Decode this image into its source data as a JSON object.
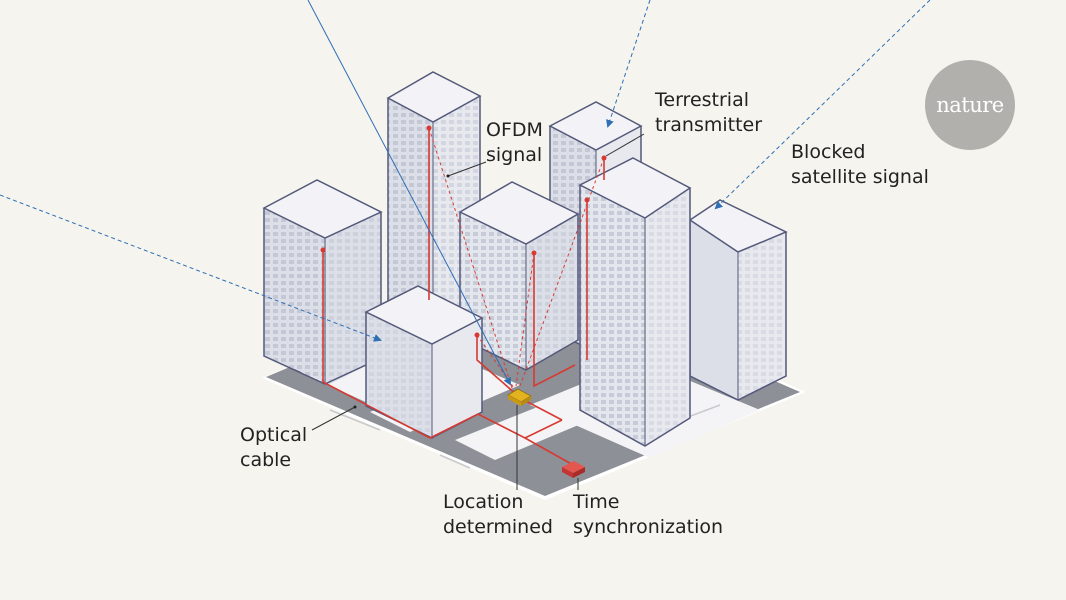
{
  "labels": {
    "ofdm": [
      "OFDM",
      "signal"
    ],
    "terrestrial": [
      "Terrestrial",
      "transmitter"
    ],
    "blocked": [
      "Blocked",
      "satellite signal"
    ],
    "optical": [
      "Optical",
      "cable"
    ],
    "location": [
      "Location",
      "determined"
    ],
    "time_sync": [
      "Time",
      "synchronization"
    ]
  },
  "logo": {
    "text": "nature"
  },
  "colors": {
    "background": "#f5f4ee",
    "road": "#8e9098",
    "curb": "#ffffff",
    "building_top": "#f3f3f7",
    "building_left": "#dcdfe8",
    "building_right": "#e8e9ef",
    "building_edge": "#54597a",
    "window": "#c8ccd8",
    "cable": "#d73a32",
    "satellite_signal": "#2f6fb5",
    "car": "#e3b21f",
    "sync_box": "#d9403a",
    "logo": "#b1b0ac"
  }
}
